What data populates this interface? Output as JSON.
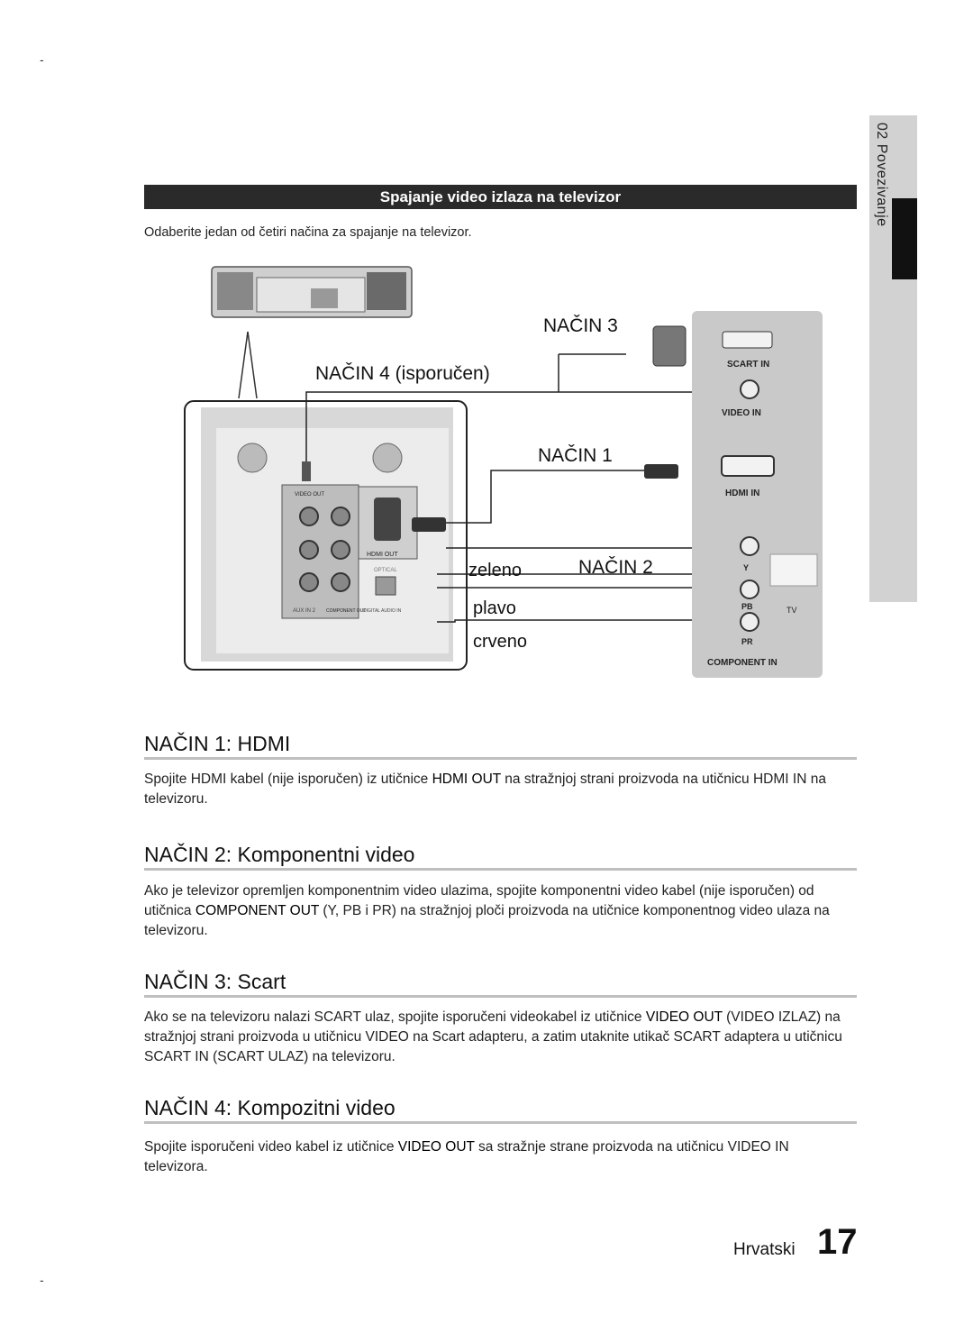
{
  "crop_mark": "-",
  "side_tab": {
    "label": "02  Povezivanje"
  },
  "section": {
    "title": "Spajanje video izlaza na televizor",
    "intro": "Odaberite jedan od četiri načina za spajanje na televizor."
  },
  "diagram": {
    "nacin3": "NAČIN 3",
    "nacin4": "NAČIN 4 (isporučen)",
    "nacin1": "NAČIN 1",
    "nacin2": "NAČIN 2",
    "zeleno": "zeleno",
    "plavo": "plavo",
    "crveno": "crveno",
    "video_out": "VIDEO OUT",
    "hdmi_out": "HDMI OUT",
    "optical": "OPTICAL",
    "aux_in2": "AUX IN 2",
    "component_out": "COMPONENT OUT",
    "digital_audio_in": "DIGITAL AUDIO IN",
    "scart_in": "SCART IN",
    "video_in": "VIDEO IN",
    "hdmi_in": "HDMI IN",
    "y": "Y",
    "pb": "PB",
    "pr": "PR",
    "tv": "TV",
    "component_in": "COMPONENT IN"
  },
  "methods": [
    {
      "title": "NAČIN 1: HDMI",
      "t1": "Spojite HDMI kabel (nije isporučen) iz utičnice ",
      "b1": "HDMI OUT",
      "t2": " na stražnjoj strani proizvoda na utičnicu HDMI IN na televizoru.",
      "b2": "",
      "t3": ""
    },
    {
      "title": "NAČIN 2: Komponentni video",
      "t1": "Ako je televizor opremljen komponentnim video ulazima, spojite komponentni video kabel (nije isporučen) od utičnica ",
      "b1": "COMPONENT OUT",
      "t2": " (Y, PB i PR) na stražnjoj ploči proizvoda na utičnice komponentnog video ulaza na televizoru.",
      "b2": "",
      "t3": ""
    },
    {
      "title": "NAČIN 3: Scart",
      "t1": "Ako se na televizoru nalazi SCART ulaz, spojite isporučeni videokabel iz utičnice ",
      "b1": "VIDEO OUT",
      "t2": " (VIDEO IZLAZ) na stražnjoj strani proizvoda u utičnicu VIDEO na Scart adapteru, a zatim utaknite utikač SCART adaptera u utičnicu SCART IN (SCART ULAZ) na televizoru.",
      "b2": "",
      "t3": ""
    },
    {
      "title": "NAČIN 4: Kompozitni video",
      "t1": "Spojite isporučeni video kabel iz utičnice ",
      "b1": "VIDEO OUT",
      "t2": " sa stražnje strane proizvoda na utičnicu VIDEO IN televizora.",
      "b2": "",
      "t3": ""
    }
  ],
  "footer": {
    "language": "Hrvatski",
    "page_number": "17"
  }
}
